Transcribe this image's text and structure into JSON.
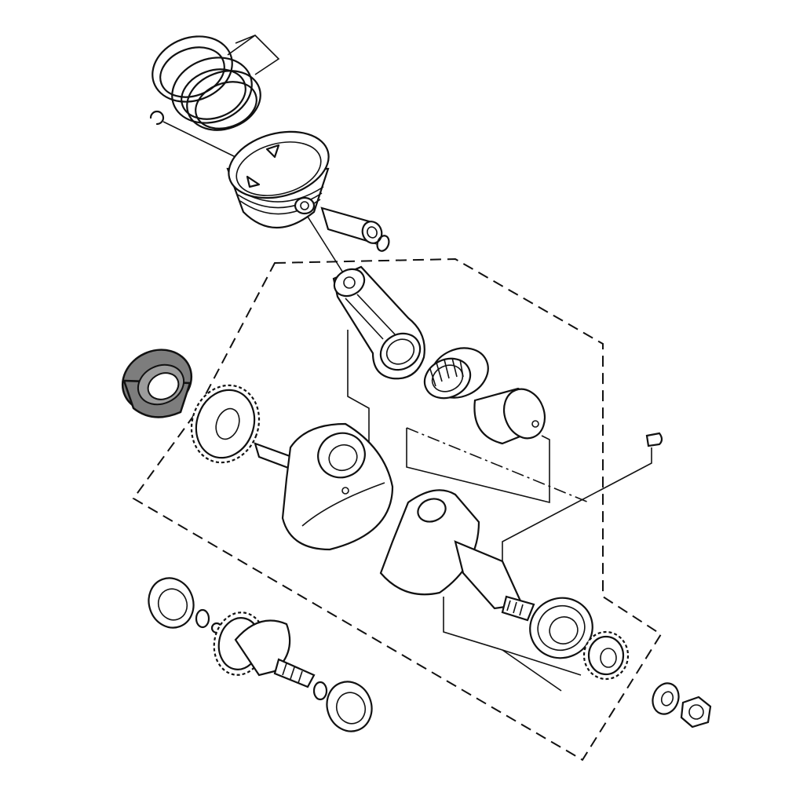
{
  "diagram": {
    "type": "exploded-parts-view",
    "highlight_color": "#7d7d7d",
    "line_color": "#111111",
    "background": "#ffffff",
    "parts": [
      "piston-rings",
      "piston-pin-clip",
      "piston",
      "piston-pin",
      "connecting-rod",
      "needle-bearing",
      "crank-pin",
      "crank-bearing-highlighted",
      "drive-gear",
      "crankshaft-left-half",
      "crankshaft-right-half",
      "woodruff-key",
      "crankshaft-assembly-bearing-left",
      "crankshaft-assembly-bearing-right",
      "timing-gear",
      "washer",
      "nut",
      "crankshaft-assembly"
    ]
  }
}
